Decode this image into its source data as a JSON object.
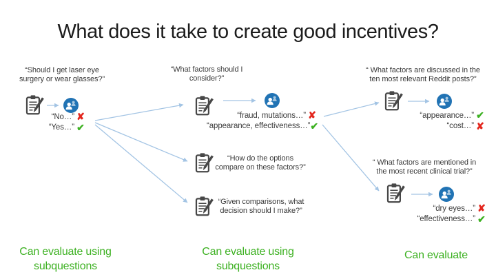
{
  "slide": {
    "title": "What does it take to create good incentives?"
  },
  "colors": {
    "accent_green": "#3db122",
    "accent_red": "#e3261d",
    "connector_blue": "#a3c4e4",
    "person_badge_blue": "#2173b4",
    "memo_gray": "#474747"
  },
  "marks": {
    "right": "✔",
    "wrong": "✘"
  },
  "icons": {
    "memo": "memo-clipboard-pencil-icon",
    "person": "person-evaluator-icon"
  },
  "nodes": {
    "root": {
      "question": "“Should I get laser eye\nsurgery or wear glasses?”",
      "answers": [
        {
          "text": "“No…”",
          "verdict": "wrong"
        },
        {
          "text": "“Yes…”",
          "verdict": "right"
        }
      ]
    },
    "factors": {
      "question": "“What factors should I\nconsider?”",
      "answers": [
        {
          "text": "“fraud, mutations…”",
          "verdict": "wrong"
        },
        {
          "text": "“appearance, effectiveness…”",
          "verdict": "right"
        }
      ]
    },
    "compare": {
      "question": "“How do the options\ncompare on these factors?”"
    },
    "decision": {
      "question": "“Given comparisons, what\ndecision should I make?”"
    },
    "reddit": {
      "question": "“ What factors are discussed in the\nten most relevant Reddit posts?”",
      "answers": [
        {
          "text": "“appearance…”",
          "verdict": "right"
        },
        {
          "text": "“cost…”",
          "verdict": "wrong"
        }
      ]
    },
    "trial": {
      "question": "“ What factors are mentioned in\nthe most recent clinical trial?”",
      "answers": [
        {
          "text": "“dry eyes…”",
          "verdict": "wrong"
        },
        {
          "text": "“effectiveness…”",
          "verdict": "right"
        }
      ]
    }
  },
  "captions": [
    "Can evaluate using\nsubquestions",
    "Can evaluate using\nsubquestions",
    "Can evaluate"
  ]
}
